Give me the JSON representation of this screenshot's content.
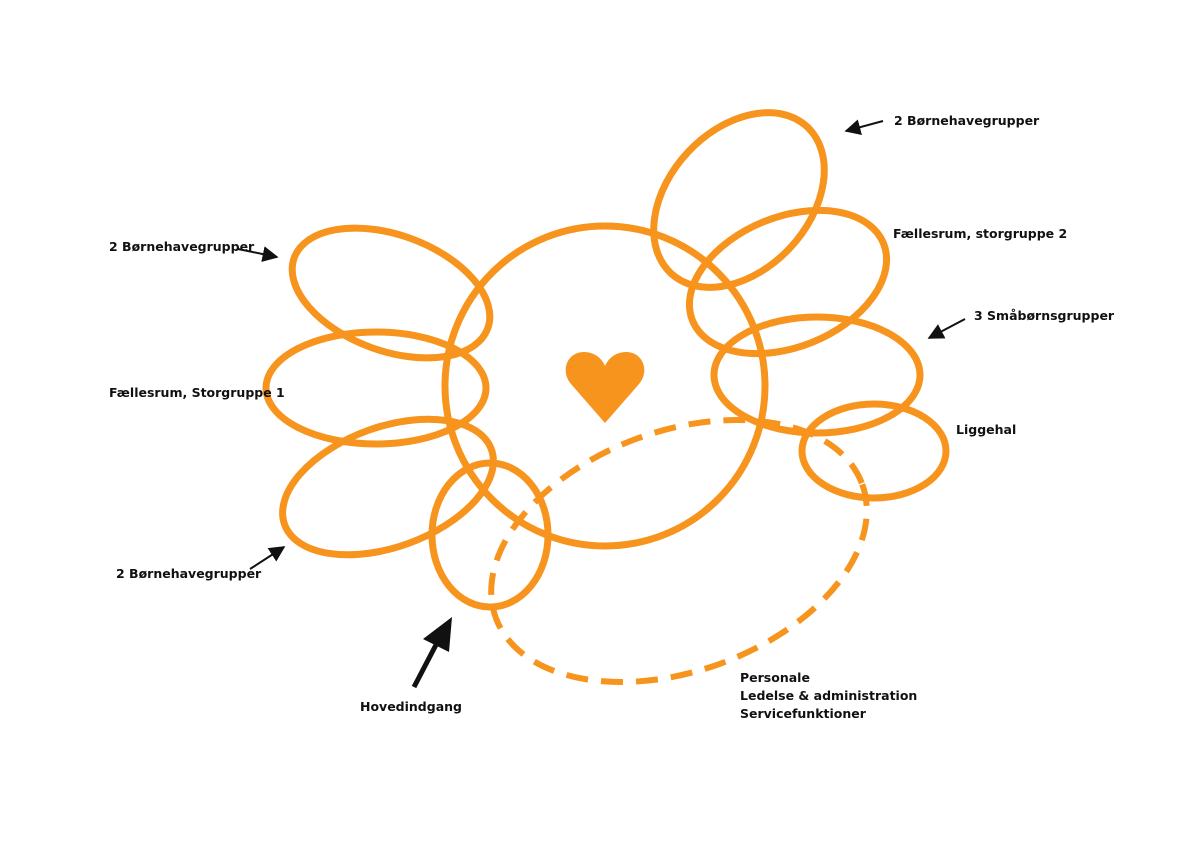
{
  "colors": {
    "accent": "#F7941D",
    "text": "#111111",
    "background": "#FFFFFF"
  },
  "labels": {
    "top_right_groups": "2 Børnehavegrupper",
    "common_room_2": "Fællesrum, storgruppe 2",
    "left_top_groups": "2 Børnehavegrupper",
    "toddler_groups": "3 Småbørnsgrupper",
    "common_room_1": "Fællesrum, Storgruppe 1",
    "rest_hall": "Liggehal",
    "left_bottom_groups": "2 Børnehavegrupper",
    "main_entrance": "Hovedindgang",
    "staff_lines": [
      "Personale",
      "Ledelse & administration",
      "Servicefunktioner"
    ]
  },
  "icons": {
    "center": "heart-icon",
    "entrance": "arrow-icon"
  }
}
